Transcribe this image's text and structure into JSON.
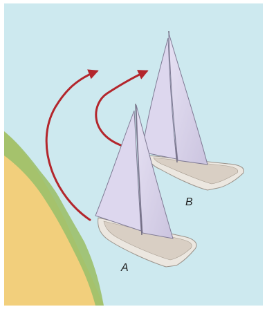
{
  "labels": {
    "boat_a": "A",
    "boat_b": "B"
  },
  "colors": {
    "water": "#cde9ef",
    "sand": "#f2cf7c",
    "grass": "#9cc06a",
    "arrow": "#b3262c",
    "sail": "#d8d2ea",
    "sail_stroke": "#7f7a94",
    "hull": "#ece7e0",
    "deck": "#d9cfc4",
    "hull_stripe": "#b0a8a0"
  },
  "icons": {
    "arrow_a": "curved-arrow",
    "arrow_b": "curved-arrow"
  }
}
